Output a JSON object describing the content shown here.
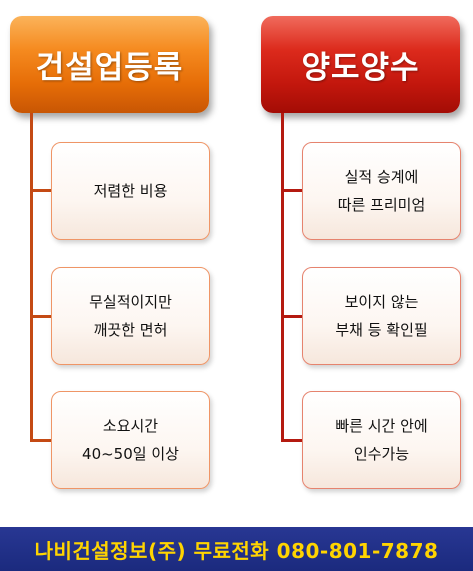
{
  "left": {
    "title": "건설업등록",
    "items": [
      "저렴한 비용",
      "무실적이지만\n깨끗한 면허",
      "소요시간\n40~50일 이상"
    ]
  },
  "right": {
    "title": "양도양수",
    "items": [
      "실적 승계에\n따른 프리미엄",
      "보이지 않는\n부채 등 확인필",
      "빠른 시간 안에\n인수가능"
    ]
  },
  "footer": {
    "text": "나비건설정보(주) 무료전화 080-801-7878"
  },
  "colors": {
    "left_accent": "#f58a1f",
    "right_accent": "#dc2a1c",
    "footer_bg": "#1b2a7e",
    "footer_text": "#ffd400"
  }
}
